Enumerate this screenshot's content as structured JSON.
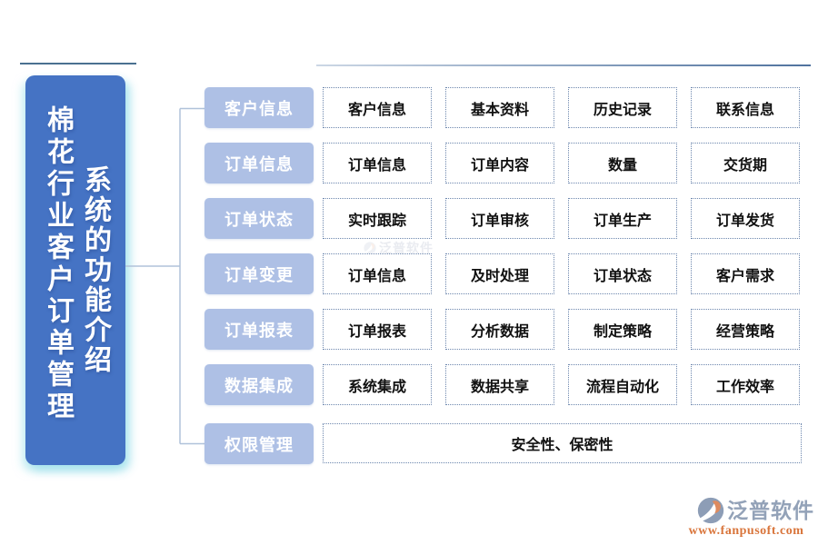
{
  "left_panel": {
    "title_line1": "棉花行业客户订单管理",
    "title_line2": "系统的功能介绍"
  },
  "rows": [
    {
      "label": "客户信息",
      "cells": [
        "客户信息",
        "基本资料",
        "历史记录",
        "联系信息"
      ]
    },
    {
      "label": "订单信息",
      "cells": [
        "订单信息",
        "订单内容",
        "数量",
        "交货期"
      ]
    },
    {
      "label": "订单状态",
      "cells": [
        "实时跟踪",
        "订单审核",
        "订单生产",
        "订单发货"
      ]
    },
    {
      "label": "订单变更",
      "cells": [
        "订单信息",
        "及时处理",
        "订单状态",
        "客户需求"
      ]
    },
    {
      "label": "订单报表",
      "cells": [
        "订单报表",
        "分析数据",
        "制定策略",
        "经营策略"
      ]
    },
    {
      "label": "数据集成",
      "cells": [
        "系统集成",
        "数据共享",
        "流程自动化",
        "工作效率"
      ]
    },
    {
      "label": "权限管理",
      "wide_cell": "安全性、保密性"
    }
  ],
  "watermark": {
    "brand": "泛普软件"
  },
  "footer_logo": {
    "brand": "泛普软件",
    "url": "www.fanpusoft.com"
  },
  "colors": {
    "panel_blue": "#4573c4",
    "label_blue": "#aec0e5",
    "dashed_border": "#6d87ae",
    "connector": "#b0c2da",
    "divider_dark": "#4a7090",
    "brand_gray": "#93a2b8",
    "brand_orange": "#d9753b"
  }
}
